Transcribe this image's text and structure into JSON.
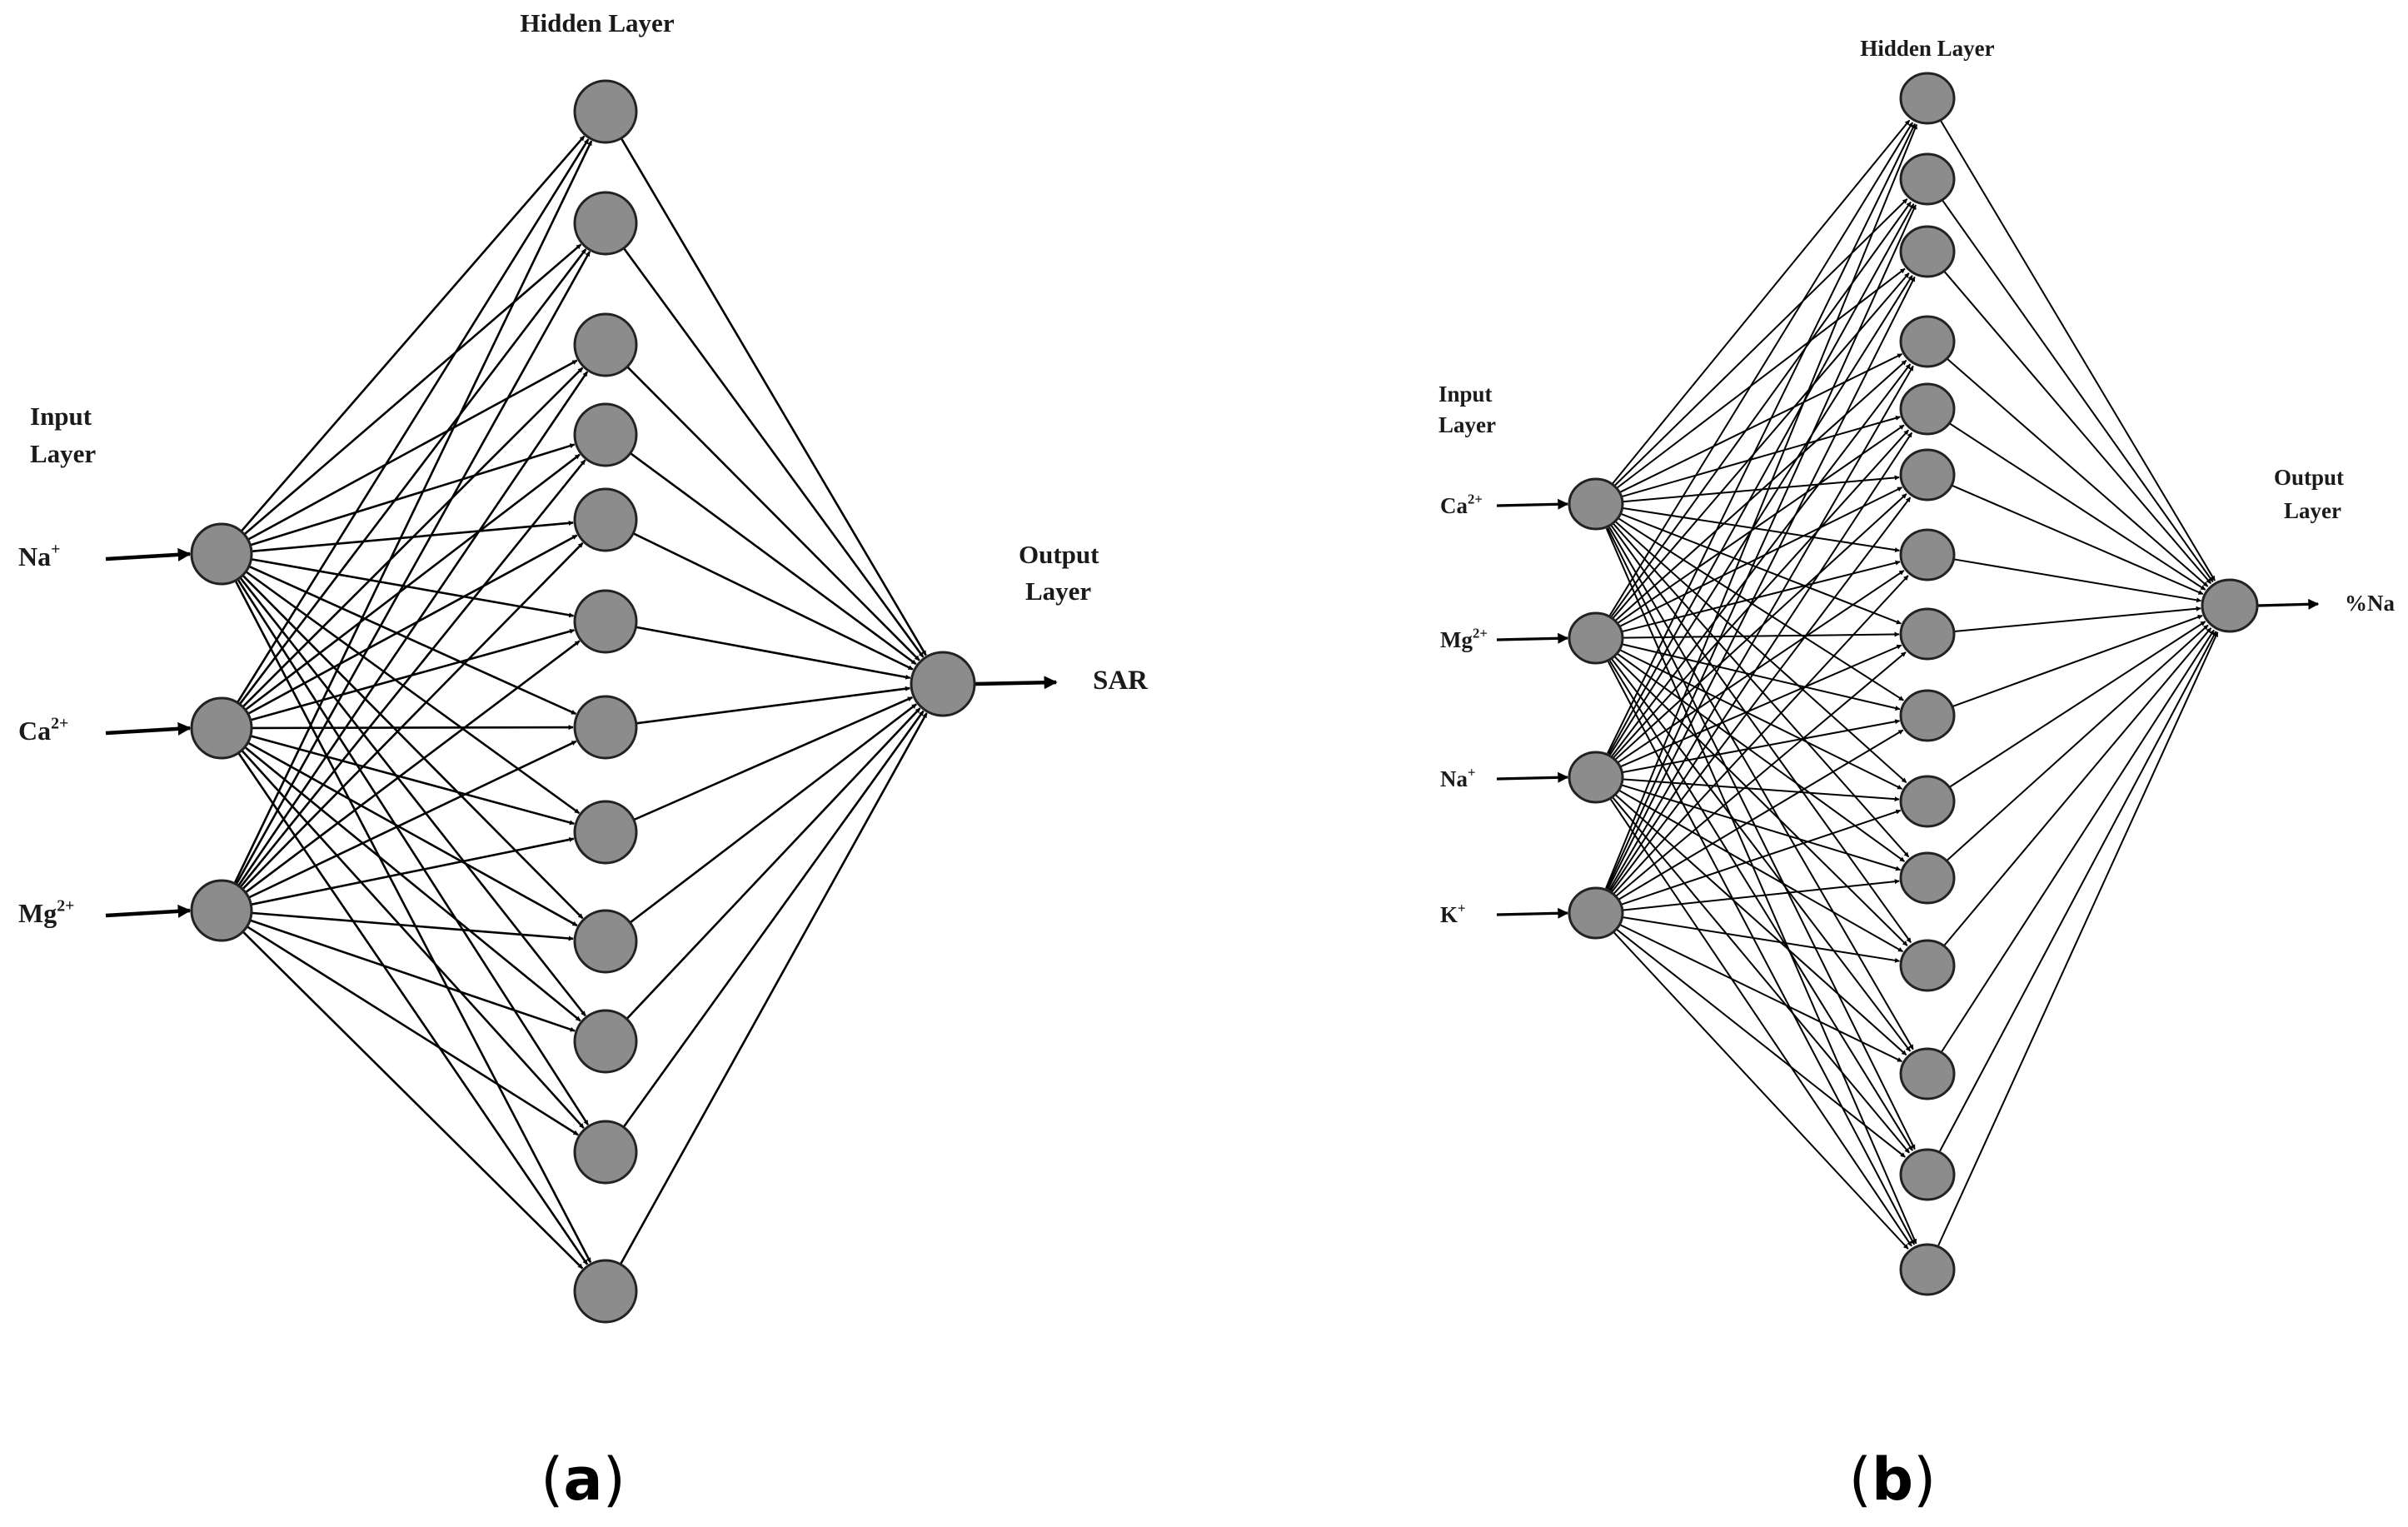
{
  "colors": {
    "node_fill": "#8c8c8c",
    "node_stroke": "#222222",
    "edge": "#000000",
    "text": "#1a1a1a"
  },
  "panel_a": {
    "caption_letter": "a",
    "hidden_layer_title": "Hidden Layer",
    "input_layer_title": [
      "Input",
      "Layer"
    ],
    "output_layer_title": [
      "Output",
      "Layer"
    ],
    "inputs": [
      {
        "base": "Na",
        "sup": "+"
      },
      {
        "base": "Ca",
        "sup": "2+"
      },
      {
        "base": "Mg",
        "sup": "2+"
      }
    ],
    "hidden_node_count": 12,
    "output": {
      "base": "SAR",
      "sup": ""
    }
  },
  "panel_b": {
    "caption_letter": "b",
    "hidden_layer_title": "Hidden Layer",
    "input_layer_title": [
      "Input",
      "Layer"
    ],
    "output_layer_title": [
      "Output",
      "Layer"
    ],
    "inputs": [
      {
        "base": "Ca",
        "sup": "2+"
      },
      {
        "base": "Mg",
        "sup": "2+"
      },
      {
        "base": "Na",
        "sup": "+"
      },
      {
        "base": "K",
        "sup": "+"
      }
    ],
    "hidden_node_count": 15,
    "output": {
      "base": "%Na",
      "sup": ""
    }
  }
}
